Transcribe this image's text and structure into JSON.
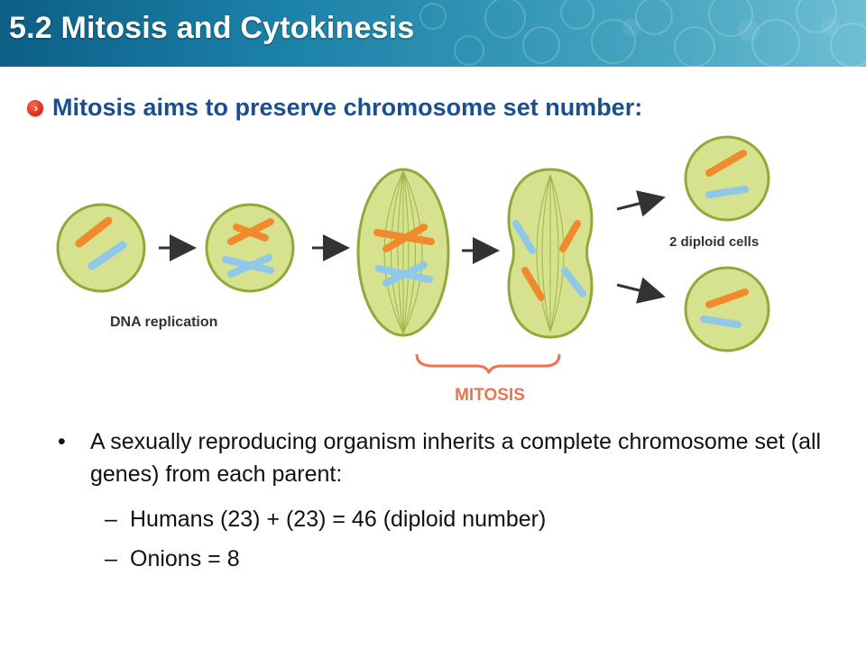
{
  "header": {
    "title": "5.2 Mitosis and Cytokinesis"
  },
  "subheading": {
    "text": "Mitosis aims to preserve chromosome set number:"
  },
  "diagram": {
    "labels": {
      "dna_replication": "DNA replication",
      "diploid_cells": "2 diploid cells",
      "mitosis": "MITOSIS"
    },
    "colors": {
      "cell_fill": "#d7e28f",
      "cell_outline": "#8faa3a",
      "chromosome_orange": "#f08a2c",
      "chromosome_blue": "#8fc8e8",
      "bracket": "#e8754d",
      "arrow": "#333333"
    }
  },
  "content": {
    "bullet": "A sexually reproducing organism inherits a complete chromosome set (all genes) from each parent:",
    "subbullets": [
      "Humans (23) + (23) = 46 (diploid number)",
      "Onions = 8"
    ]
  }
}
